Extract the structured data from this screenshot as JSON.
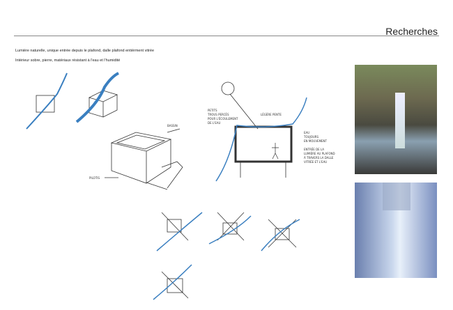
{
  "header": {
    "title": "Recherches"
  },
  "notes": [
    "Lumière naturelle, unique entrée depuis le plafond, dalle plafond entièrment vitrée",
    "Intérieur sobre, pierre, matériaux résistant à l'eau et l'humidité"
  ],
  "sketch_labels": {
    "bassin": "BASSIN",
    "pilotis": "PILOTIS",
    "trous": [
      "PETITS",
      "TROUS PERCÉS",
      "POUR L'ÉCOULEMENT",
      "DE L'EAU"
    ],
    "pente": "LÉGÈRE PENTE",
    "eau": [
      "EAU",
      "TOUJOURS",
      "EN MOUVEMENT"
    ],
    "lumiere": [
      "ENTRÉE DE LA",
      "LUMIÈRE AU PLAFOND",
      "À TRAVERS LA DALLE",
      "VITRÉE ET L'EAU"
    ]
  },
  "colors": {
    "water": "#3a7fc0",
    "ink": "#333333"
  }
}
